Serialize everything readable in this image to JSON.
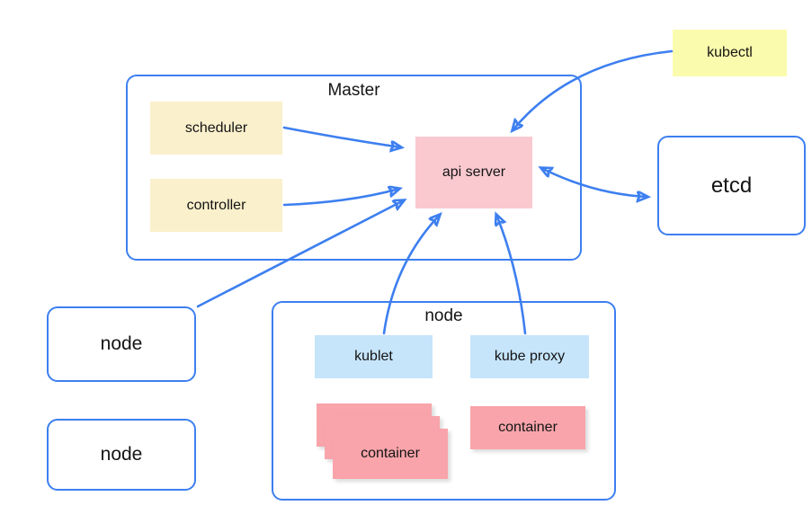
{
  "diagram": {
    "type": "kubernetes-architecture",
    "colors": {
      "line_blue": "#3d7ff0",
      "cream_yellow": "#faf0cc",
      "bright_yellow": "#fbfbad",
      "pink": "#f9c9cf",
      "salmon": "#f8a4aa",
      "light_blue": "#c6e5fb",
      "background": "#ffffff",
      "text": "#141414"
    },
    "master": {
      "label": "Master",
      "scheduler_label": "scheduler",
      "controller_label": "controller",
      "api_server_label": "api server"
    },
    "kubectl_label": "kubectl",
    "etcd_label": "etcd",
    "left_nodes": [
      {
        "label": "node"
      },
      {
        "label": "node"
      }
    ],
    "worker_node": {
      "label": "node",
      "kublet_label": "kublet",
      "kube_proxy_label": "kube proxy",
      "container_stack_label": "container",
      "container_stack_count": 3,
      "container_label": "container"
    },
    "edges": [
      {
        "from": "scheduler",
        "to": "api server",
        "style": "arrow"
      },
      {
        "from": "controller",
        "to": "api server",
        "style": "arrow"
      },
      {
        "from": "node (left)",
        "to": "api server",
        "style": "arrow"
      },
      {
        "from": "kublet",
        "to": "api server",
        "style": "arrow"
      },
      {
        "from": "kube proxy",
        "to": "api server",
        "style": "arrow"
      },
      {
        "from": "kubectl",
        "to": "api server",
        "style": "arrow"
      },
      {
        "from": "api server",
        "to": "etcd",
        "style": "double-arrow"
      }
    ]
  }
}
